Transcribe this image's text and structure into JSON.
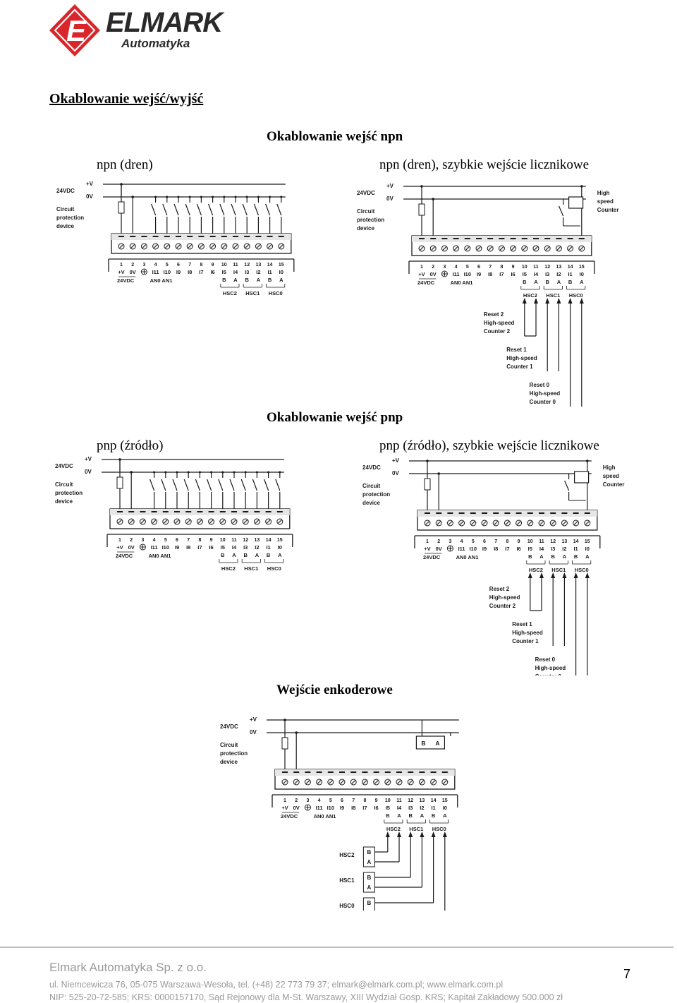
{
  "logo": {
    "brand": "ELMARK",
    "sub": "Automatyka",
    "mark": "E"
  },
  "heading": "Okablowanie wejść/wyjść",
  "sections": {
    "npn_title": "Okablowanie wejść npn",
    "npn_left_caption": "npn (dren)",
    "npn_right_caption": "npn (dren), szybkie wejście licznikowe",
    "pnp_title": "Okablowanie wejść pnp",
    "pnp_left_caption": "pnp (źródło)",
    "pnp_right_caption": "pnp (źródło), szybkie wejście licznikowe",
    "encoder_title": "Wejście enkoderowe"
  },
  "diagram": {
    "supply": "24VDC",
    "plus_v": "+V",
    "zero_v": "0V",
    "circuit1": "Circuit",
    "circuit2": "protection",
    "circuit3": "device",
    "terminal_numbers": [
      "1",
      "2",
      "3",
      "4",
      "5",
      "6",
      "7",
      "8",
      "9",
      "10",
      "11",
      "12",
      "13",
      "14",
      "15"
    ],
    "terminal_names": [
      "+V",
      "0V",
      "",
      "I11",
      "I10",
      "I9",
      "I8",
      "I7",
      "I6",
      "I5",
      "I4",
      "I3",
      "I2",
      "I1",
      "I0"
    ],
    "analog": "AN0 AN1",
    "hsc": [
      "HSC2",
      "HSC1",
      "HSC0"
    ],
    "b": "B",
    "a": "A",
    "high1": "High",
    "high2": "speed",
    "high3": "Counter",
    "reset2": [
      "Reset 2",
      "High-speed",
      "Counter 2"
    ],
    "reset1": [
      "Reset 1",
      "High-speed",
      "Counter 1"
    ],
    "reset0": [
      "Reset 0",
      "High-speed",
      "Counter 0"
    ]
  },
  "footer": {
    "company": "Elmark Automatyka Sp. z o.o.",
    "address": "ul. Niemcewicza 76, 05-075 Warszawa-Wesoła, tel. (+48) 22 773 79 37; elmark@elmark.com.pl; www.elmark.com.pl",
    "registry": "NIP: 525-20-72-585; KRS: 0000157170, Sąd Rejonowy dla M-St. Warszawy, XIII Wydział Gosp. KRS; Kapitał Zakładowy 500.000 zł",
    "page": "7"
  }
}
